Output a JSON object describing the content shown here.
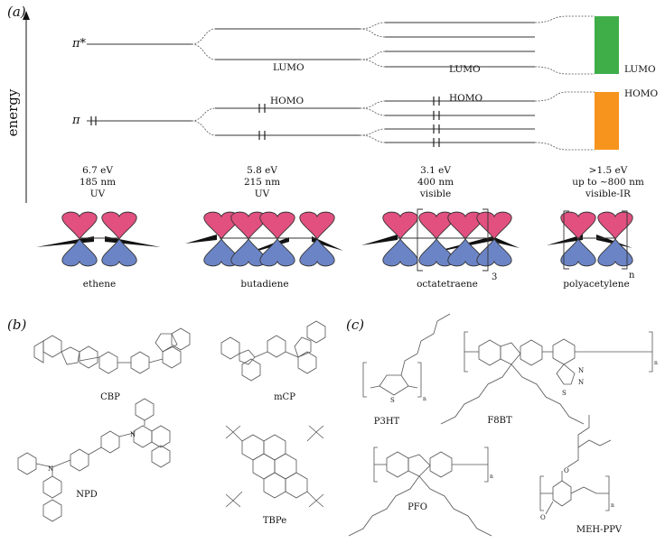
{
  "panel_a": {
    "label": "(a)",
    "y_axis": "energy",
    "pi_star": "π*",
    "pi": "π",
    "homo_lumo": [
      {
        "homo": "HOMO",
        "lumo": "LUMO"
      },
      {
        "homo": "HOMO",
        "lumo": "LUMO"
      },
      {
        "homo": "HOMO",
        "lumo": "LUMO"
      }
    ],
    "gaps": [
      {
        "ev": "6.7 eV",
        "nm": "185 nm",
        "region": "UV"
      },
      {
        "ev": "5.8 eV",
        "nm": "215 nm",
        "region": "UV"
      },
      {
        "ev": "3.1 eV",
        "nm": "400 nm",
        "region": "visible"
      },
      {
        "ev": ">1.5 eV",
        "nm": "up to ~800 nm",
        "region": "visible-IR"
      }
    ],
    "molecules": [
      "ethene",
      "butadiene",
      "octatetraene",
      "polyacetylene"
    ],
    "subscripts": {
      "octatetraene": "3",
      "polyacetylene": "n"
    },
    "band_colors": {
      "lumo": "#3fae49",
      "homo": "#f7941d",
      "lobe_top": "#e1507f",
      "lobe_bottom": "#6b84c6"
    }
  },
  "panel_b": {
    "label": "(b)",
    "molecules": [
      "CBP",
      "mCP",
      "NPD",
      "TBPe"
    ]
  },
  "panel_c": {
    "label": "(c)",
    "polymers": [
      "P3HT",
      "F8BT",
      "PFO",
      "MEH-PPV"
    ],
    "atoms": {
      "s": "S",
      "n": "N",
      "o": "O",
      "repeat": "n"
    }
  }
}
